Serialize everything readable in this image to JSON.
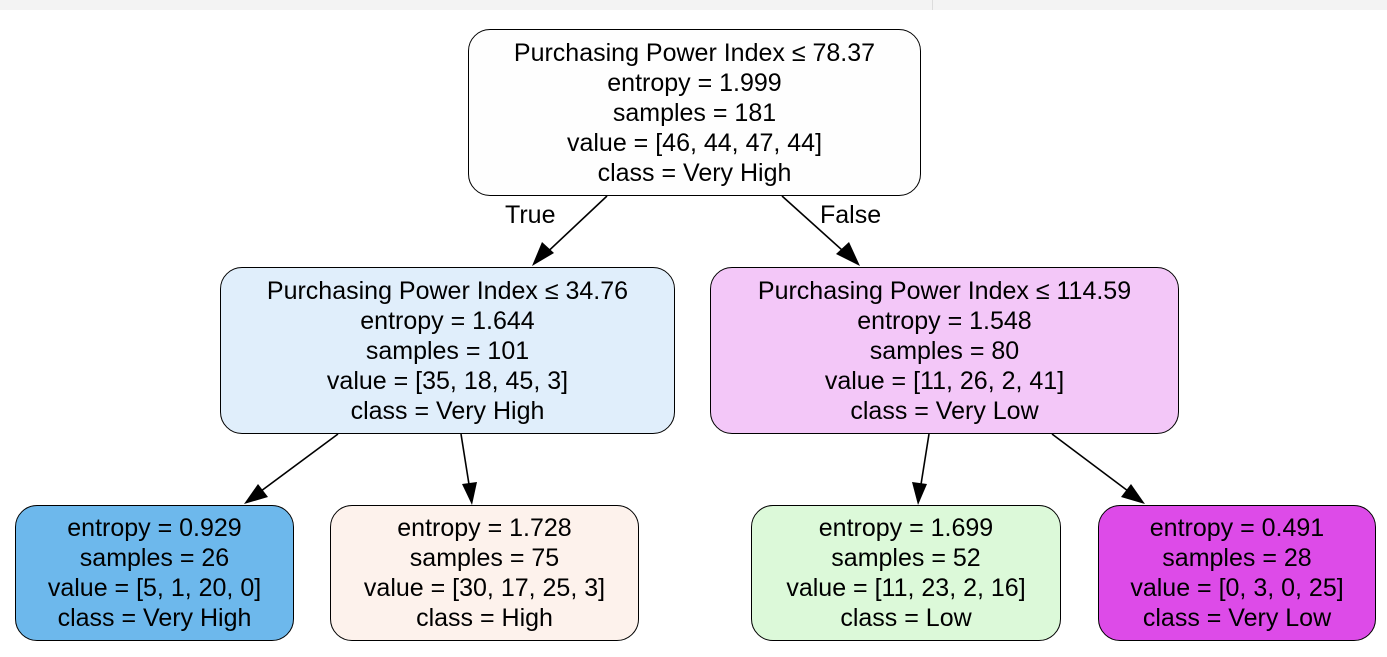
{
  "tree": {
    "root": {
      "condition": "Purchasing Power Index ≤ 78.37",
      "entropy": "entropy = 1.999",
      "samples": "samples = 181",
      "value": "value = [46, 44, 47, 44]",
      "class": "class = Very High",
      "fill": "#fefefe"
    },
    "edge_labels": {
      "true": "True",
      "false": "False"
    },
    "left": {
      "condition": "Purchasing Power Index ≤ 34.76",
      "entropy": "entropy = 1.644",
      "samples": "samples = 101",
      "value": "value = [35, 18, 45, 3]",
      "class": "class = Very High",
      "fill": "#e0eefb"
    },
    "right": {
      "condition": "Purchasing Power Index ≤ 114.59",
      "entropy": "entropy = 1.548",
      "samples": "samples = 80",
      "value": "value = [11, 26, 2, 41]",
      "class": "class = Very Low",
      "fill": "#f3c7f8"
    },
    "left_left": {
      "entropy": "entropy = 0.929",
      "samples": "samples = 26",
      "value": "value = [5, 1, 20, 0]",
      "class": "class = Very High",
      "fill": "#6db8ec"
    },
    "left_right": {
      "entropy": "entropy = 1.728",
      "samples": "samples = 75",
      "value": "value = [30, 17, 25, 3]",
      "class": "class = High",
      "fill": "#fdf2ec"
    },
    "right_left": {
      "entropy": "entropy = 1.699",
      "samples": "samples = 52",
      "value": "value = [11, 23, 2, 16]",
      "class": "class = Low",
      "fill": "#dcf9d9"
    },
    "right_right": {
      "entropy": "entropy = 0.491",
      "samples": "samples = 28",
      "value": "value = [0, 3, 0, 25]",
      "class": "class = Very Low",
      "fill": "#dd4be8"
    }
  }
}
